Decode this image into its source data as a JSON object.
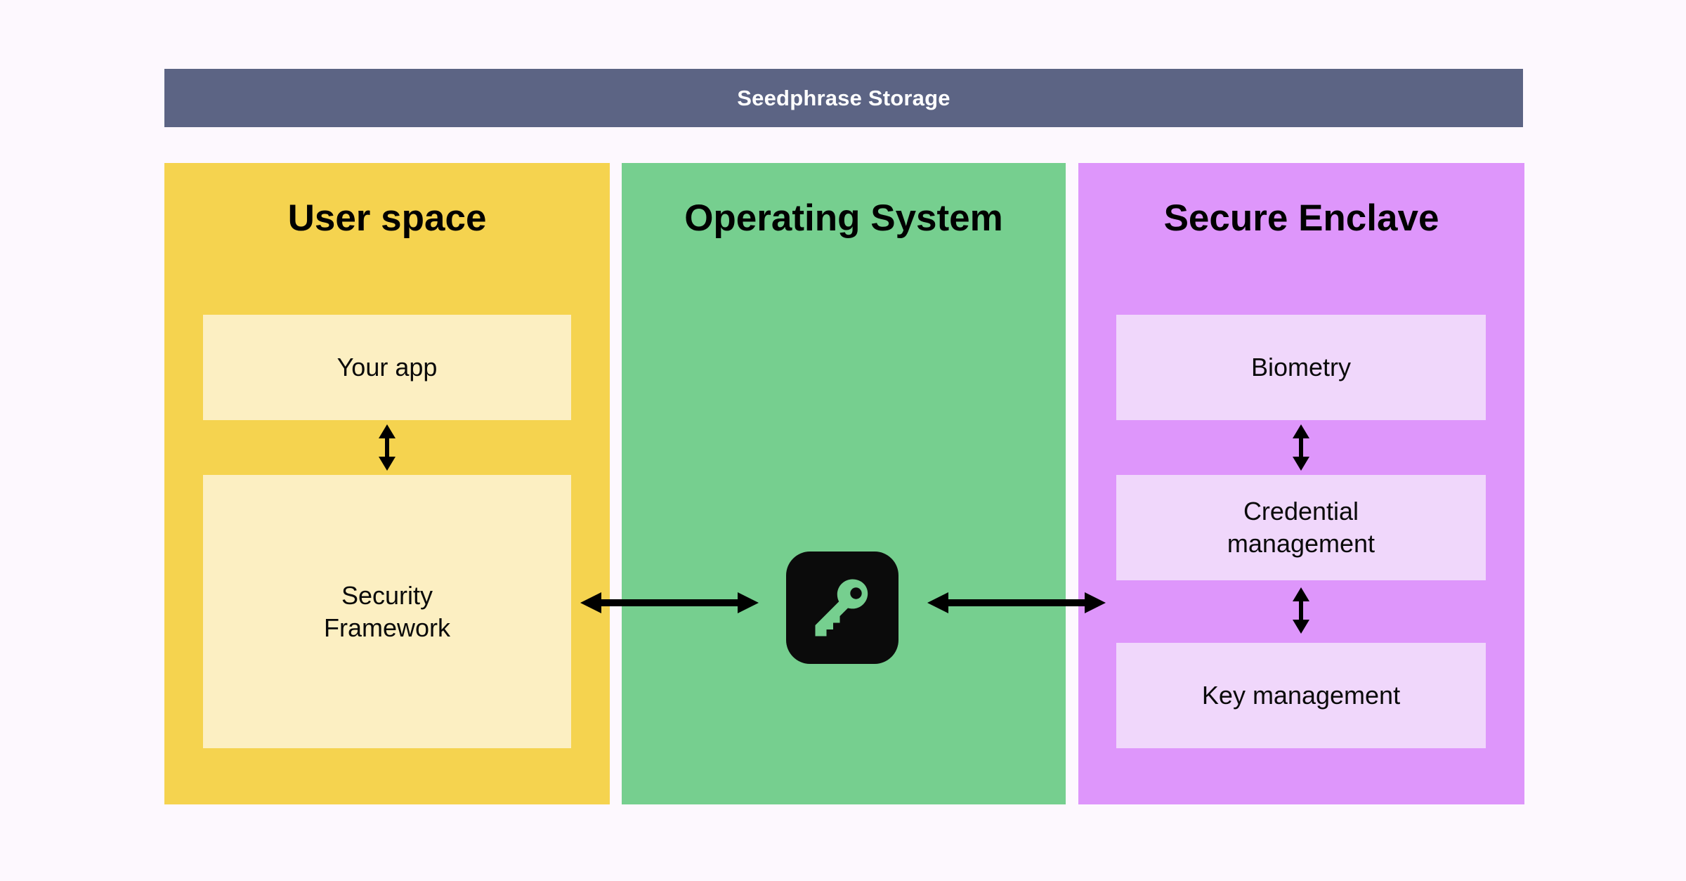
{
  "header": {
    "title": "Seedphrase Storage",
    "background_color": "#5C6484",
    "text_color": "#FFFFFF"
  },
  "page": {
    "background_color": "#FDF8FE"
  },
  "columns": [
    {
      "id": "user-space",
      "title": "User space",
      "background_color": "#F5D34F",
      "box_color": "#FCEFC2",
      "boxes": [
        {
          "label": "Your app"
        },
        {
          "label": "Security\nFramework",
          "line1": "Security",
          "line2": "Framework"
        }
      ]
    },
    {
      "id": "operating-system",
      "title": "Operating System",
      "background_color": "#76CF8F",
      "icon": "key-icon",
      "icon_background_color": "#0B0B0B",
      "icon_glyph_color": "#76CF8F"
    },
    {
      "id": "secure-enclave",
      "title": "Secure Enclave",
      "background_color": "#DE96FB",
      "box_color": "#F0D7FB",
      "boxes": [
        {
          "label": "Biometry"
        },
        {
          "label": "Credential\nmanagement",
          "line1": "Credential",
          "line2": "management"
        },
        {
          "label": "Key management"
        }
      ]
    }
  ],
  "connectors": {
    "user_vertical": "bidirectional",
    "enclave_vertical_1": "bidirectional",
    "enclave_vertical_2": "bidirectional",
    "user_to_os": "bidirectional",
    "os_to_enclave": "bidirectional",
    "color": "#000000"
  }
}
